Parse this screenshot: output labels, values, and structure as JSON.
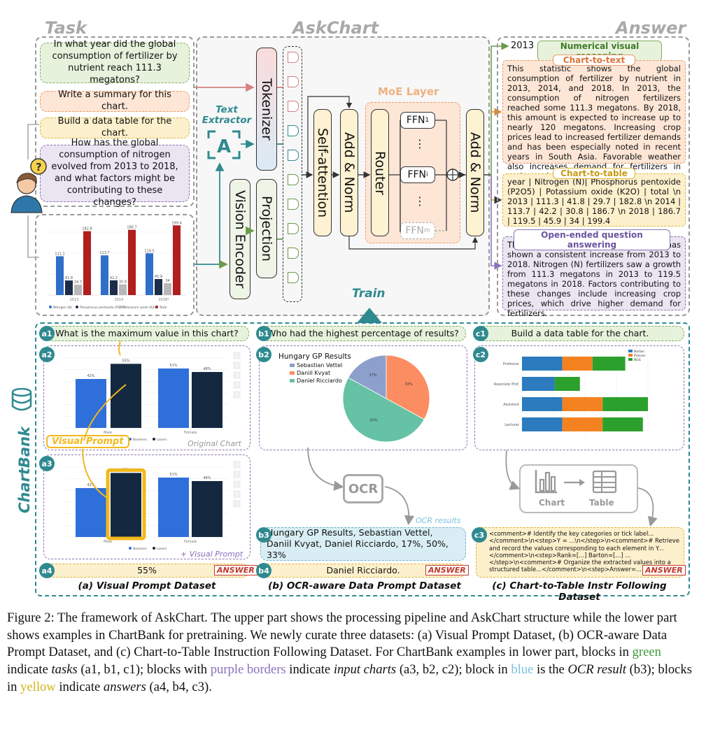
{
  "header": {
    "task": "Task",
    "askchart": "AskChart",
    "answer": "Answer"
  },
  "tasks": [
    "In what year did the global consumption of fertilizer by nutrient reach 111.3 megatons?",
    "Write a summary for this chart.",
    "Build a data table for the chart.",
    "How has the global consumption of nitrogen evolved from 2013 to 2018, and what factors might be contributing to these changes?"
  ],
  "task_chart": {
    "legend": [
      "Nitrogen (N)",
      "Phosphorus pentoxide (P2O5)",
      "Potassium oxide (K2O)",
      "Total"
    ],
    "groups": [
      "2013",
      "2014",
      "2018*"
    ],
    "bar_labels": [
      [
        "111.1",
        "41.8",
        "29.7",
        "182.8"
      ],
      [
        "113.7",
        "42.2",
        "30.8",
        "186.7"
      ],
      [
        "119.5",
        "45.9",
        "34",
        "199.4"
      ]
    ]
  },
  "model": {
    "text_extractor": "Text Extractor",
    "tokenizer": "Tokenizer",
    "vision_encoder": "Vision Encoder",
    "projection": "Projection",
    "self_attention": "Self-attention",
    "add_norm_1": "Add & Norm",
    "add_norm_2": "Add & Norm",
    "router": "Router",
    "moe_layer": "MoE Layer",
    "ffn_1": "FFN",
    "ffn_1_sub": "1",
    "ffn_i": "FFN",
    "ffn_i_sub": "i",
    "ffn_m": "FFN",
    "ffn_m_sub": "m",
    "ellipsis": "⋮",
    "train": "Train"
  },
  "answers": {
    "year": "2013",
    "numerical_tag": "Numerical visual reasoning",
    "c2t_tag": "Chart-to-text",
    "c2t_text": "This statistic shows the global consumption of fertilizer by nutrient in 2013, 2014, and 2018. In 2013, the consumption of nitrogen fertilizers reached some 111.3 megatons. By 2018, this amount is expected to increase up to nearly 120 megatons. Increasing crop prices lead to increased fertilizer demands and has been especially noted in recent years in South Asia. Favorable weather also increases demand for fertilizers in major agricultural regions.",
    "c2table_tag": "Chart-to-table",
    "c2table_text": "year | Nitrogen (N)| Phosphorus pentoxide (P2O5) | Potassium oxide (K2O) | total \\n 2013 | 111.3 | 41.8 | 29.7 | 182.8 \\n 2014 | 113.7 | 42.2 | 30.8 | 186.7 \\n 2018 | 186.7 | 119.5 | 45.9 | 34 | 199.4",
    "oe_tag": "Open-ended question answering",
    "oe_text": "The global consumption of fertilizers has shown a consistent increase from 2013 to 2018. Nitrogen (N) fertilizers saw a growth from 111.3 megatons in 2013 to 119.5 megatons in 2018. Factors contributing to these changes include increasing crop prices, which drive higher demand for fertilizers."
  },
  "chartbank": {
    "title": "ChartBank",
    "a1": "What is the maximum value in this chart?",
    "b1": "Who had the highest percentage of results?",
    "c1": "Build a data table for the chart.",
    "visual_prompt": "Visual Prompt",
    "original_chart": "Original Chart",
    "plus_visual_prompt": "+ Visual Prompt",
    "a4": "55%",
    "b4": "Daniel Ricciardo.",
    "answer_label": "ANSWER",
    "b_chart_title": "Hungary GP Results",
    "b_legend": [
      "Sebastian Vettel",
      "Daniil Kvyat",
      "Daniel Ricciardo"
    ],
    "pie_labels": [
      "17%",
      "33%",
      "50%"
    ],
    "ocr": "OCR",
    "ocr_results": "OCR results",
    "b3": "Hungary GP Results, Sebastian Vettel, Daniil Kvyat, Daniel Ricciardo, 17%, 50%, 33%",
    "chart_word": "Chart",
    "table_word": "Table",
    "c3": "<comment># Identify the key categories or tick label...</comment>\\n<step>Y = ...\\n</step>\\n<comment># Retrieve and record the values corresponding to each element in Y...</comment>\\n<step>Rank=[...] Barton=[...] ...</step>\\n<comment># Organize the extracted values into a structured table...</comment>\\n<step>Answer=...</step>",
    "a_bar_labels": [
      "42%",
      "55%",
      "51%",
      "48%"
    ],
    "a_legend": [
      "Boomers",
      "Losers"
    ],
    "a_cats": [
      "Male",
      "Female"
    ],
    "c_cats": [
      "Professor",
      "Associate Prof.",
      "Assistant",
      "Lecturer"
    ],
    "c_legend": [
      "Barton",
      "Prosser",
      "NGS"
    ],
    "sub_a": "(a) Visual Prompt Dataset",
    "sub_b": "(b) OCR-aware Data Prompt Dataset",
    "sub_c": "(c) Chart-to-Table Instr Following Dataset"
  },
  "caption": {
    "p1": "Figure 2: The framework of AskChart. The upper part shows the processing pipeline and AskChart structure while the lower part shows examples in ChartBank for pretraining. We newly curate three datasets: (a) Visual Prompt Dataset, (b) OCR-aware Data Prompt Dataset, and (c) Chart-to-Table Instruction Following Dataset. For ChartBank examples in lower part, blocks in ",
    "green": "green",
    "p2": " indicate ",
    "tasks": "tasks",
    "p3": " (a1, b1, c1); blocks with ",
    "purple": "purple borders",
    "p4": " indicate ",
    "input_charts": "input charts",
    "p5": " (a3, b2, c2); block in ",
    "blue": "blue",
    "p6": " is the ",
    "ocr_result": "OCR result",
    "p7": " (b3); blocks in ",
    "yellow": "yellow",
    "p8": " indicate ",
    "answers_word": "answers",
    "p9": " (a4, b4, c3)."
  },
  "colors": {
    "green": "#3d9b3d",
    "purple": "#8a6fbf",
    "blue": "#7cc0dd",
    "yellow": "#d4b21a",
    "teal": "#2f8a90"
  }
}
